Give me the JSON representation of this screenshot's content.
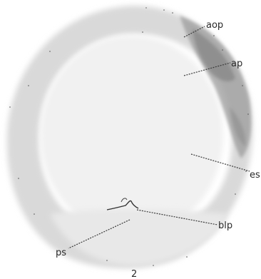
{
  "figure": {
    "number": "2",
    "labels": {
      "aop": "aop",
      "ap": "ap",
      "es": "es",
      "blp": "blp",
      "ps": "ps"
    }
  }
}
